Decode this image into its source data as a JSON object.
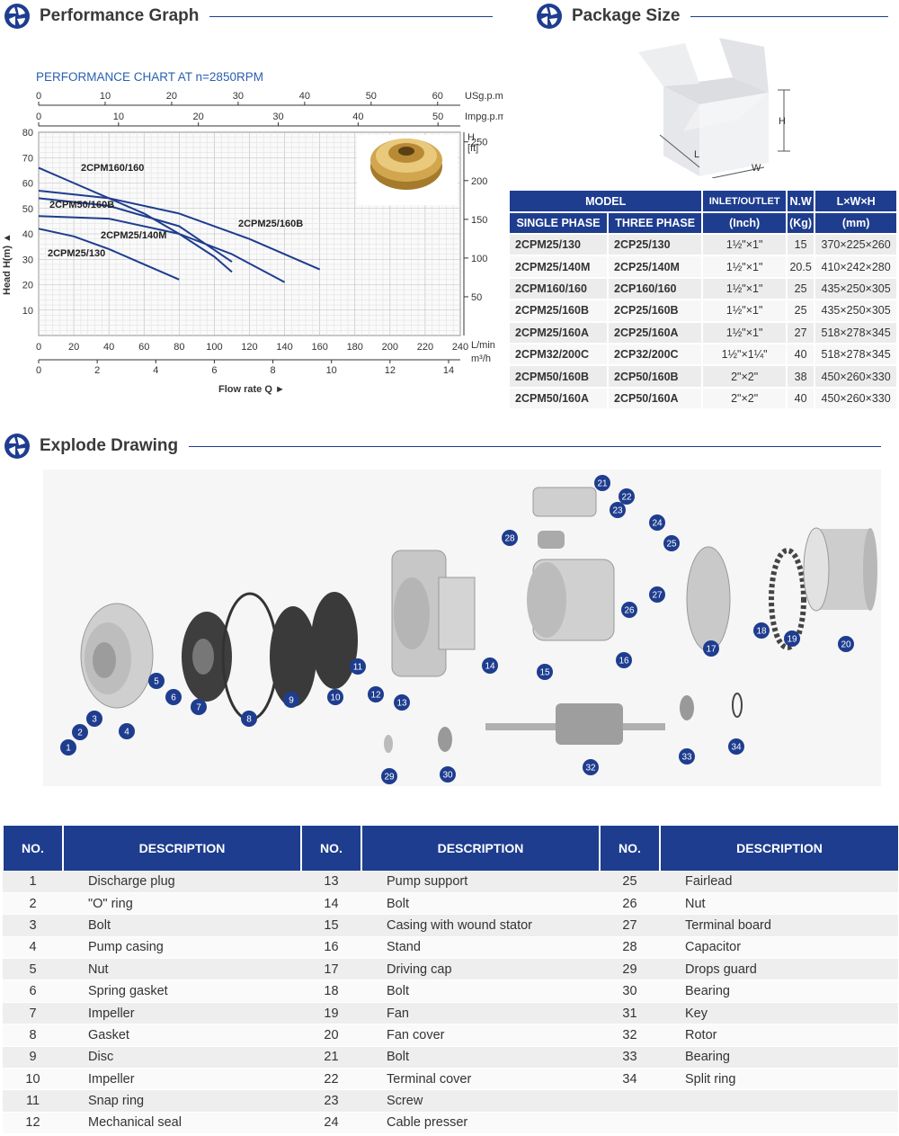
{
  "sections": {
    "performance": "Performance Graph",
    "package": "Package Size",
    "explode": "Explode Drawing"
  },
  "chart_data": {
    "type": "line",
    "title": "PERFORMANCE CHART AT n=2850RPM",
    "ylabel": "Head H(m) ▲",
    "ylabel_right": "H [ft]",
    "xlabel": "Flow rate Q ►",
    "ylim": [
      0,
      80
    ],
    "xlim": [
      0,
      240
    ],
    "x_unit": "L/min",
    "axes": {
      "left_ticks": [
        "10",
        "20",
        "30",
        "40",
        "50",
        "60",
        "70",
        "80"
      ],
      "right_ticks": [
        "50",
        "100",
        "150",
        "200",
        "250"
      ],
      "lmin_ticks": [
        "0",
        "20",
        "40",
        "60",
        "80",
        "100",
        "120",
        "140",
        "160",
        "180",
        "200",
        "220",
        "240"
      ],
      "m3h_ticks": [
        "0",
        "2",
        "4",
        "6",
        "8",
        "10",
        "12",
        "14"
      ],
      "m3h_unit": "m³/h",
      "usgpm_ticks": [
        "0",
        "10",
        "20",
        "30",
        "40",
        "50",
        "60"
      ],
      "usgpm_unit": "USg.p.m",
      "impgpm_ticks": [
        "0",
        "10",
        "20",
        "30",
        "40",
        "50"
      ],
      "impgpm_unit": "Impg.p.m"
    },
    "grid": true,
    "series": [
      {
        "name": "2CPM160/160",
        "x": [
          0,
          20,
          40,
          60,
          80,
          100,
          110
        ],
        "y": [
          66,
          60,
          54,
          48,
          40,
          31,
          25
        ]
      },
      {
        "name": "2CPM25/160B",
        "x": [
          0,
          40,
          80,
          120,
          160
        ],
        "y": [
          57,
          54,
          48,
          38,
          26
        ]
      },
      {
        "name": "2CPM50/160B",
        "x": [
          0,
          40,
          80,
          110
        ],
        "y": [
          54,
          51,
          43,
          29
        ]
      },
      {
        "name": "2CPM25/140M",
        "x": [
          0,
          40,
          80,
          110,
          140
        ],
        "y": [
          47,
          46,
          40,
          32,
          21
        ]
      },
      {
        "name": "2CPM25/130",
        "x": [
          0,
          20,
          40,
          60,
          80
        ],
        "y": [
          42,
          39,
          34,
          28,
          22
        ]
      }
    ]
  },
  "package_table": {
    "headers": {
      "model": "MODEL",
      "single": "SINGLE PHASE",
      "three": "THREE PHASE",
      "inlet": "INLET/OUTLET",
      "inlet_unit": "(Inch)",
      "nw": "N.W",
      "nw_unit": "(Kg)",
      "dims": "L×W×H",
      "dims_unit": "(mm)"
    },
    "rows": [
      {
        "single": "2CPM25/130",
        "three": "2CP25/130",
        "inlet": "1½\"×1\"",
        "nw": "15",
        "dims": "370×225×260"
      },
      {
        "single": "2CPM25/140M",
        "three": "2CP25/140M",
        "inlet": "1½\"×1\"",
        "nw": "20.5",
        "dims": "410×242×280"
      },
      {
        "single": "2CPM160/160",
        "three": "2CP160/160",
        "inlet": "1½\"×1\"",
        "nw": "25",
        "dims": "435×250×305"
      },
      {
        "single": "2CPM25/160B",
        "three": "2CP25/160B",
        "inlet": "1½\"×1\"",
        "nw": "25",
        "dims": "435×250×305"
      },
      {
        "single": "2CPM25/160A",
        "three": "2CP25/160A",
        "inlet": "1½\"×1\"",
        "nw": "27",
        "dims": "518×278×345"
      },
      {
        "single": "2CPM32/200C",
        "three": "2CP32/200C",
        "inlet": "1½\"×1¼\"",
        "nw": "40",
        "dims": "518×278×345"
      },
      {
        "single": "2CPM50/160B",
        "three": "2CP50/160B",
        "inlet": "2\"×2\"",
        "nw": "38",
        "dims": "450×260×330"
      },
      {
        "single": "2CPM50/160A",
        "three": "2CP50/160A",
        "inlet": "2\"×2\"",
        "nw": "40",
        "dims": "450×260×330"
      }
    ]
  },
  "box_labels": {
    "h": "H",
    "l": "L",
    "w": "W"
  },
  "parts_headers": {
    "no": "NO.",
    "desc": "DESCRIPTION"
  },
  "parts": [
    {
      "no": "1",
      "desc": "Discharge plug"
    },
    {
      "no": "2",
      "desc": "\"O\" ring"
    },
    {
      "no": "3",
      "desc": "Bolt"
    },
    {
      "no": "4",
      "desc": "Pump casing"
    },
    {
      "no": "5",
      "desc": "Nut"
    },
    {
      "no": "6",
      "desc": "Spring gasket"
    },
    {
      "no": "7",
      "desc": "Impeller"
    },
    {
      "no": "8",
      "desc": "Gasket"
    },
    {
      "no": "9",
      "desc": "Disc"
    },
    {
      "no": "10",
      "desc": "Impeller"
    },
    {
      "no": "11",
      "desc": "Snap ring"
    },
    {
      "no": "12",
      "desc": "Mechanical seal"
    },
    {
      "no": "13",
      "desc": "Pump support"
    },
    {
      "no": "14",
      "desc": "Bolt"
    },
    {
      "no": "15",
      "desc": "Casing with wound stator"
    },
    {
      "no": "16",
      "desc": "Stand"
    },
    {
      "no": "17",
      "desc": "Driving cap"
    },
    {
      "no": "18",
      "desc": "Bolt"
    },
    {
      "no": "19",
      "desc": "Fan"
    },
    {
      "no": "20",
      "desc": "Fan cover"
    },
    {
      "no": "21",
      "desc": "Bolt"
    },
    {
      "no": "22",
      "desc": "Terminal cover"
    },
    {
      "no": "23",
      "desc": "Screw"
    },
    {
      "no": "24",
      "desc": "Cable presser"
    },
    {
      "no": "25",
      "desc": "Fairlead"
    },
    {
      "no": "26",
      "desc": "Nut"
    },
    {
      "no": "27",
      "desc": "Terminal board"
    },
    {
      "no": "28",
      "desc": "Capacitor"
    },
    {
      "no": "29",
      "desc": "Drops guard"
    },
    {
      "no": "30",
      "desc": "Bearing"
    },
    {
      "no": "31",
      "desc": "Key"
    },
    {
      "no": "32",
      "desc": "Rotor"
    },
    {
      "no": "33",
      "desc": "Bearing"
    },
    {
      "no": "34",
      "desc": "Split ring"
    }
  ],
  "colors": {
    "accent": "#1e3d8f",
    "curve": "#1e3d8f",
    "grid": "#cfcfcf",
    "title_blue": "#2a5fb0"
  }
}
